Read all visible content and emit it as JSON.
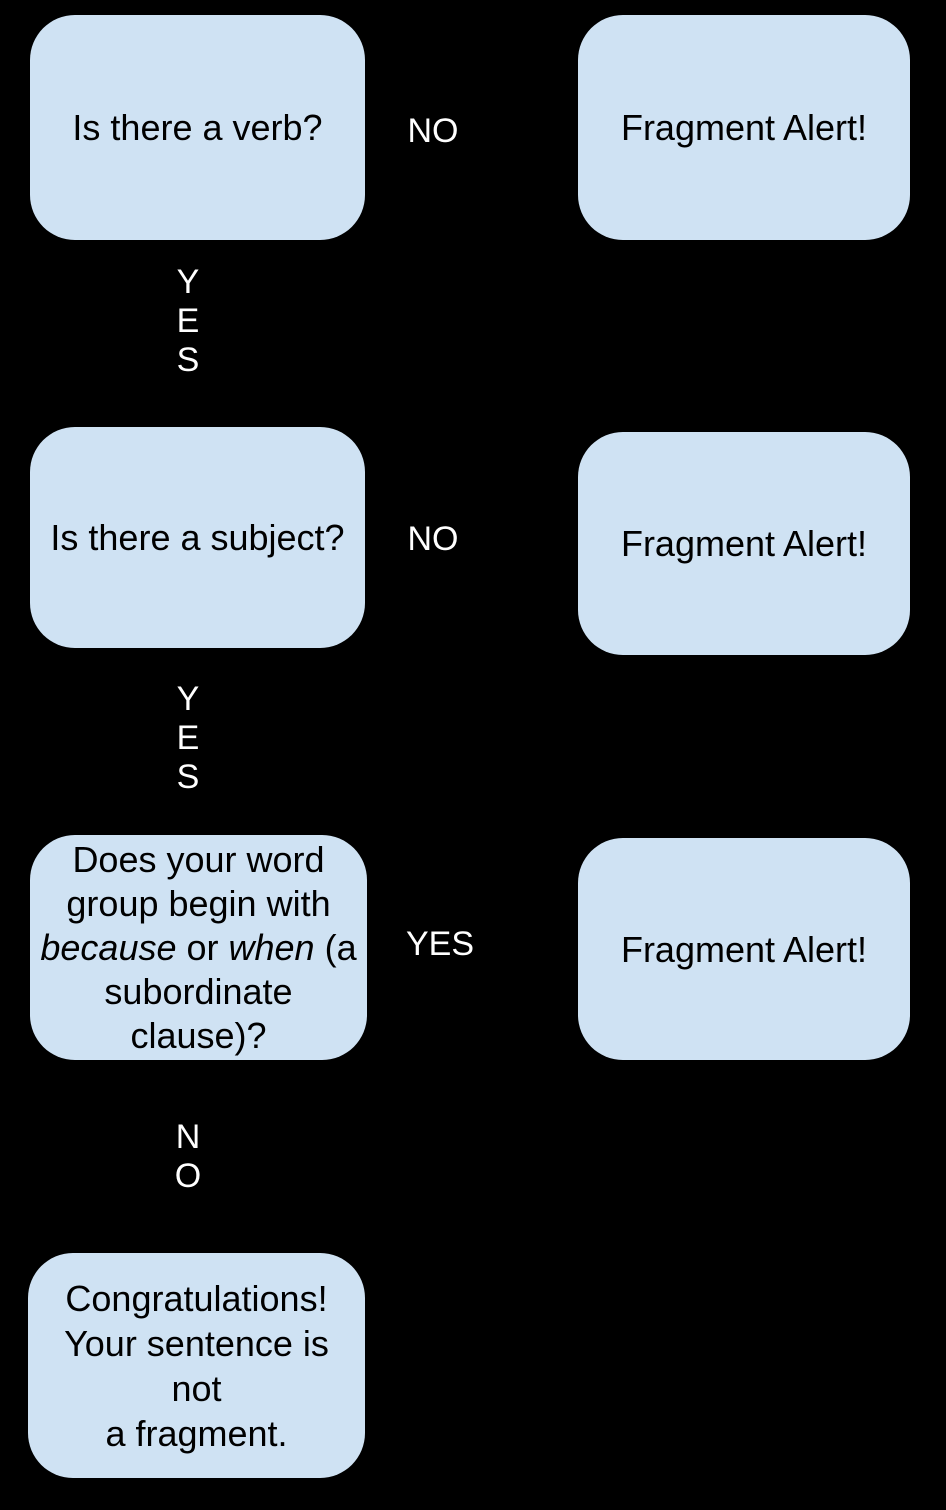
{
  "palette": {
    "background": "#000000",
    "node_fill": "#cfe2f3",
    "node_text": "#000000",
    "edge_label_text": "#ffffff"
  },
  "flowchart": {
    "nodes": {
      "q_verb": {
        "text": "Is there a verb?"
      },
      "alert_verb": {
        "text": "Fragment Alert!"
      },
      "q_subject": {
        "text": "Is there a subject?"
      },
      "alert_subject": {
        "text": "Fragment Alert!"
      },
      "q_subordinate": {
        "part1": "Does your word\ngroup begin with\n",
        "italic1": "because",
        "part2": " or ",
        "italic2": "when",
        "part3": " (a\nsubordinate\nclause)?"
      },
      "alert_subordinate": {
        "text": "Fragment Alert!"
      },
      "success": {
        "text": "Congratulations!\nYour sentence is not\na fragment."
      }
    },
    "edges": {
      "verb_no": {
        "label": "NO"
      },
      "verb_yes": {
        "label": "Y\nE\nS"
      },
      "subject_no": {
        "label": "NO"
      },
      "subject_yes": {
        "label": "Y\nE\nS"
      },
      "subordinate_yes": {
        "label": "YES"
      },
      "subordinate_no": {
        "label": "N\nO"
      }
    }
  }
}
